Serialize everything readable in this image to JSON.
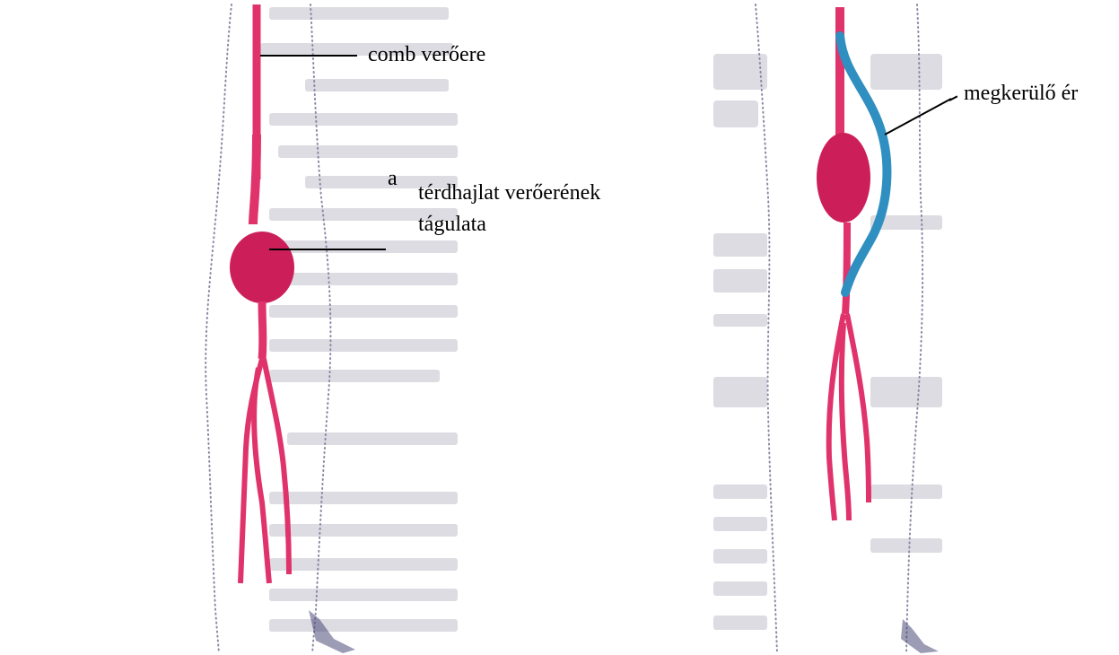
{
  "labels": {
    "femoral_artery": "comb verőere",
    "aneurysm_letter": "a",
    "aneurysm_line1": "térdhajlat verőerének",
    "aneurysm_line2": "tágulata",
    "bypass": "megkerülő ér"
  },
  "colors": {
    "artery": "#e0336b",
    "aneurysm": "#cc1f5a",
    "bypass": "#2f8fc0",
    "leg_outline": "#7a7a99",
    "background_text": "#d6d6dc",
    "label_text": "#000000"
  }
}
